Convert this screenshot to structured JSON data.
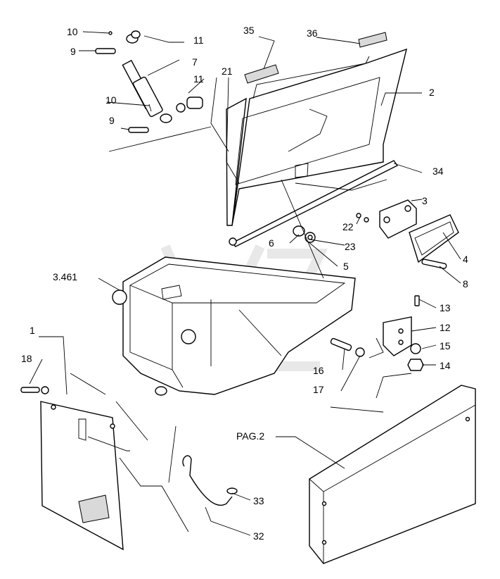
{
  "diagram": {
    "callouts": [
      {
        "id": "c10a",
        "text": "10"
      },
      {
        "id": "c11a",
        "text": "11"
      },
      {
        "id": "c9a",
        "text": "9"
      },
      {
        "id": "c7",
        "text": "7"
      },
      {
        "id": "c21",
        "text": "21"
      },
      {
        "id": "c11b",
        "text": "11"
      },
      {
        "id": "c10b",
        "text": "10"
      },
      {
        "id": "c9b",
        "text": "9"
      },
      {
        "id": "c35",
        "text": "35"
      },
      {
        "id": "c36",
        "text": "36"
      },
      {
        "id": "c2",
        "text": "2"
      },
      {
        "id": "c34",
        "text": "34"
      },
      {
        "id": "c3",
        "text": "3"
      },
      {
        "id": "c22",
        "text": "22"
      },
      {
        "id": "c6",
        "text": "6"
      },
      {
        "id": "c23",
        "text": "23"
      },
      {
        "id": "c5",
        "text": "5"
      },
      {
        "id": "c4",
        "text": "4"
      },
      {
        "id": "c8",
        "text": "8"
      },
      {
        "id": "c3461",
        "text": "3.461"
      },
      {
        "id": "c13",
        "text": "13"
      },
      {
        "id": "c12",
        "text": "12"
      },
      {
        "id": "c1",
        "text": "1"
      },
      {
        "id": "c15",
        "text": "15"
      },
      {
        "id": "c14",
        "text": "14"
      },
      {
        "id": "c18",
        "text": "18"
      },
      {
        "id": "c16",
        "text": "16"
      },
      {
        "id": "c17",
        "text": "17"
      },
      {
        "id": "cpag2",
        "text": "PAG.2"
      },
      {
        "id": "c33",
        "text": "33"
      },
      {
        "id": "c32",
        "text": "32"
      }
    ]
  }
}
